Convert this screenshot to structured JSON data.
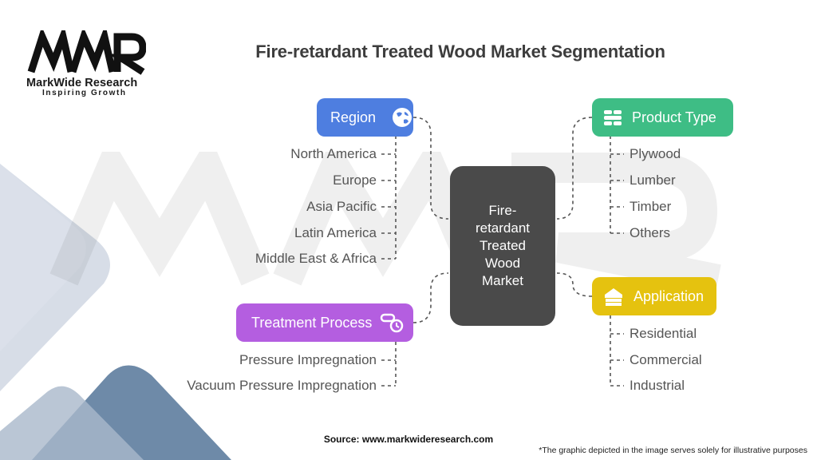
{
  "logo": {
    "name": "MarkWide Research",
    "tagline": "Inspiring Growth"
  },
  "title": "Fire-retardant Treated Wood Market Segmentation",
  "center": {
    "label": "Fire-retardant Treated Wood Market"
  },
  "segments": {
    "region": {
      "label": "Region",
      "icon": "globe-icon",
      "color": "#4e7ee0",
      "items": [
        "North America",
        "Europe",
        "Asia Pacific",
        "Latin America",
        "Middle East & Africa"
      ]
    },
    "treatment_process": {
      "label": "Treatment Process",
      "icon": "process-pipe-icon",
      "color": "#b45ee0",
      "items": [
        "Pressure Impregnation",
        "Vacuum Pressure Impregnation"
      ]
    },
    "product_type": {
      "label": "Product Type",
      "icon": "lumber-stack-icon",
      "color": "#3ebd85",
      "items": [
        "Plywood",
        "Lumber",
        "Timber",
        "Others"
      ]
    },
    "application": {
      "label": "Application",
      "icon": "building-icon",
      "color": "#e5c20f",
      "items": [
        "Residential",
        "Commercial",
        "Industrial"
      ]
    }
  },
  "footer": {
    "source": "Source: www.markwideresearch.com",
    "note": "*The graphic depicted in the image serves solely for illustrative purposes"
  }
}
